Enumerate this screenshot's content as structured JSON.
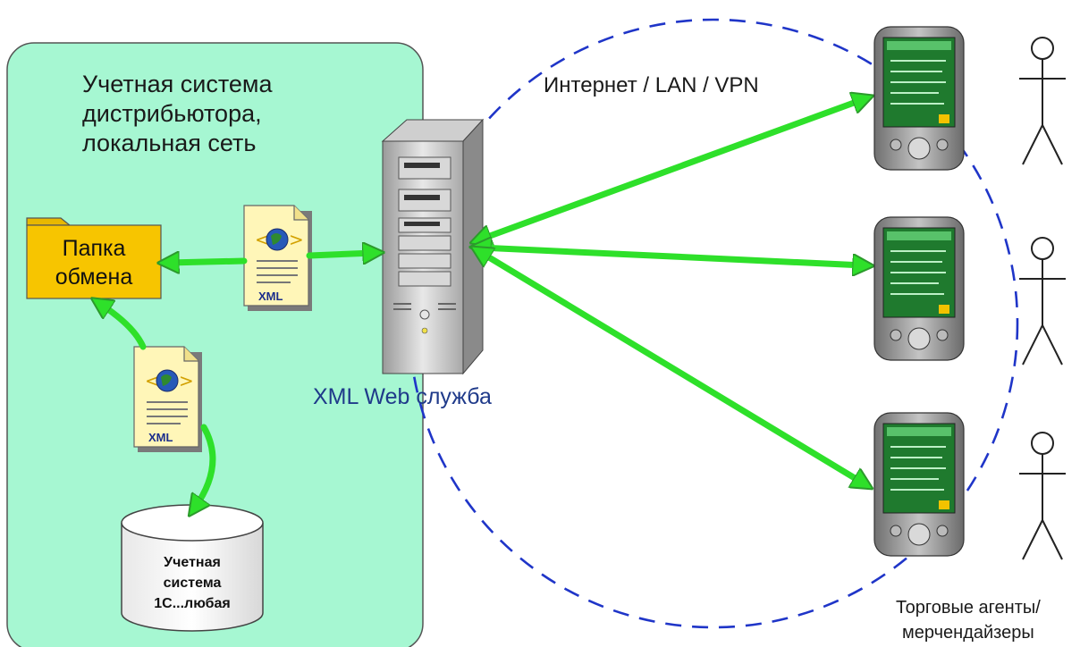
{
  "colors": {
    "zone_fill": "#a6f7d2",
    "arrow_green": "#2ee02a",
    "dashed_circle": "#1f35c8",
    "folder_fill": "#f7c500",
    "web_service_label": "#1f3a8a"
  },
  "zone": {
    "title": "Учетная система\nдистрибьютора,\nлокальная сеть"
  },
  "folder": {
    "label": "Папка\nобмена"
  },
  "xml_document": {
    "tag": "XML"
  },
  "database": {
    "label": "Учетная\nсистема\n1С...любая"
  },
  "server": {
    "label": "XML Web служба"
  },
  "network": {
    "label": "Интернет / LAN / VPN"
  },
  "agents": {
    "label": "Торговые агенты/\nмерчендайзеры",
    "devices": [
      "pda-1",
      "pda-2",
      "pda-3"
    ]
  }
}
